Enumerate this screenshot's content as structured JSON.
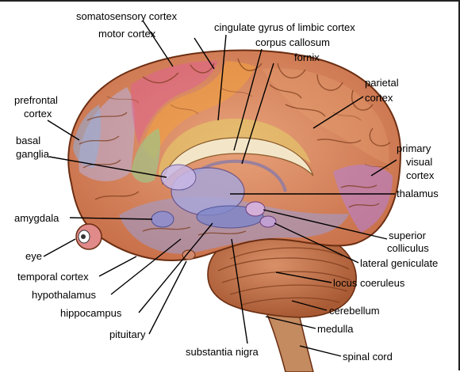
{
  "labels": {
    "somatosensory_cortex": "somatosensory cortex",
    "motor_cortex": "motor cortex",
    "cingulate_gyrus": "cingulate gyrus of limbic cortex",
    "corpus_callosum": "corpus callosum",
    "fornix": "fornix",
    "parietal_cortex_1": "parietal",
    "parietal_cortex_2": "cortex",
    "prefrontal_cortex_1": "prefrontal",
    "prefrontal_cortex_2": "cortex",
    "basal_ganglia_1": "basal",
    "basal_ganglia_2": "ganglia",
    "primary_visual_cortex_1": "primary",
    "primary_visual_cortex_2": "visual",
    "primary_visual_cortex_3": "cortex",
    "thalamus": "thalamus",
    "amygdala": "amygdala",
    "eye": "eye",
    "superior_colliculus_1": "superior",
    "superior_colliculus_2": "colliculus",
    "lateral_geniculate": "lateral geniculate",
    "temporal_cortex": "temporal cortex",
    "locus_coeruleus": "locus coeruleus",
    "hypothalamus": "hypothalamus",
    "hippocampus": "hippocampus",
    "cerebellum": "cerebellum",
    "medulla": "medulla",
    "pituitary": "pituitary",
    "substantia_nigra": "substantia nigra",
    "spinal_cord": "spinal cord"
  },
  "colors": {
    "cortex": "#d98a5c",
    "frontal": "#c9a0d8",
    "motor": "#e06090",
    "somatosensory": "#f2a040",
    "cingulate": "#e6d36a",
    "limbic_green": "#9cc88a",
    "temporal": "#9a9fd8",
    "visual": "#b880d0",
    "cerebellum": "#c8784a",
    "brainstem": "#c48a60",
    "outline": "#6b2e12"
  }
}
